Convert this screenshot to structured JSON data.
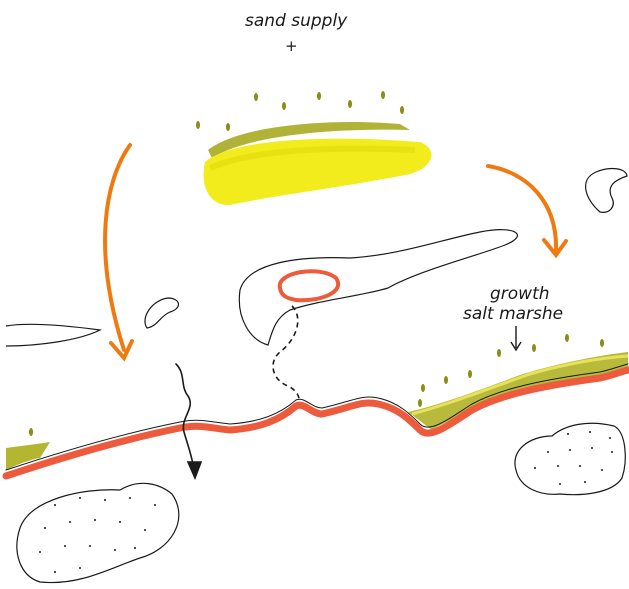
{
  "labels": {
    "sand_supply": "sand supply",
    "plus": "+",
    "growth": "growth",
    "salt_marshe": "salt marshe"
  },
  "colors": {
    "ink": "#1a1a1a",
    "orange": "#f07a10",
    "red_coast": "#ee5a3c",
    "sand_yellow": "#f3ec1c",
    "marsh_olive": "#a8aa22",
    "marsh_dark": "#8a8d18"
  }
}
